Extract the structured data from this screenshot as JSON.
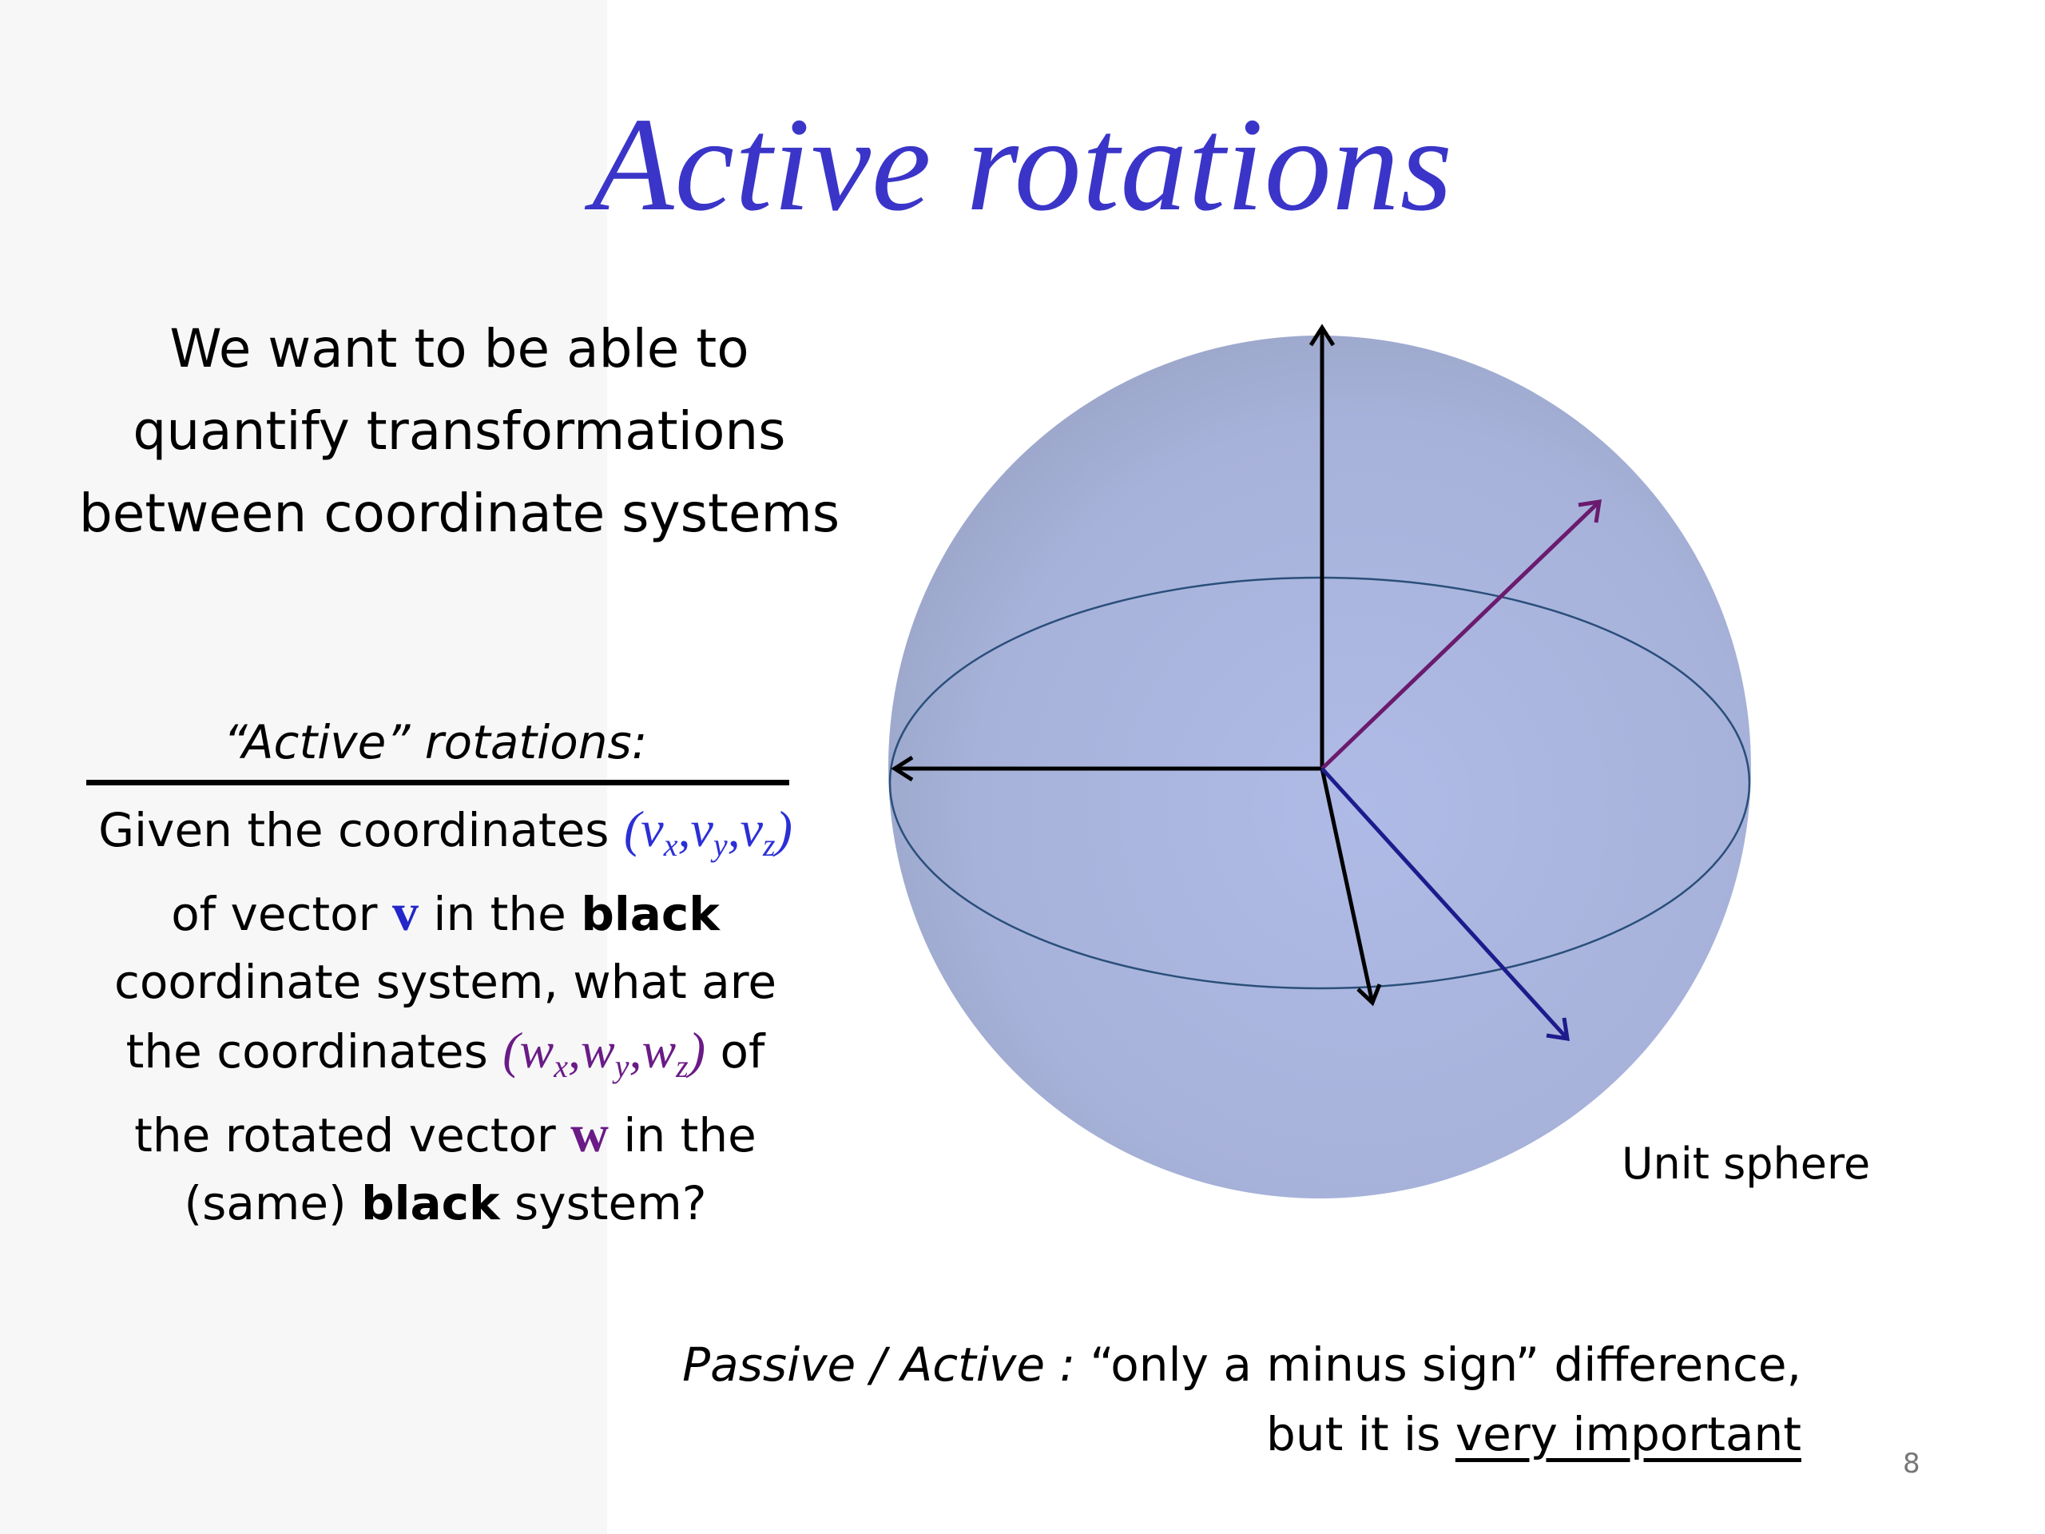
{
  "slide": {
    "title": "Active rotations",
    "intro_lines": [
      "We want to be able to",
      "quantify transformations",
      "between coordinate systems"
    ],
    "active_heading": "“Active” rotations:",
    "body": {
      "line1_text": "Given the coordinates ",
      "v_coords": {
        "open": "(",
        "v": "v",
        "x": "x",
        "y": "y",
        "z": "z",
        "close": ")"
      },
      "line2_pre": "of vector ",
      "v_vec": "v",
      "line2_mid": " in the ",
      "bold_black_1": "black",
      "line3": "coordinate system, what are",
      "line4_pre": "the coordinates ",
      "w_coords": {
        "open": "(",
        "w": "w",
        "x": "x",
        "y": "y",
        "z": "z",
        "close": ")"
      },
      "line4_post": " of",
      "line5_pre": "the rotated vector ",
      "w_vec": "w",
      "line5_post": " in the",
      "line6_pre": "(same) ",
      "bold_black_2": "black",
      "line6_post": " system?"
    },
    "sphere_label": "Unit sphere",
    "note": {
      "italic_part": "Passive / Active :",
      "quote_part": " “only a minus sign” difference,",
      "line2_pre": "but it is ",
      "underline_part": "very important"
    },
    "page_number": "8"
  },
  "colors": {
    "title": "#3a35c8",
    "vector_v": "#1e1b8c",
    "vector_w": "#6a1b6e",
    "sphere_fill": "#a9b4db",
    "equator": "#2a4f7a",
    "axes": "#000000"
  }
}
